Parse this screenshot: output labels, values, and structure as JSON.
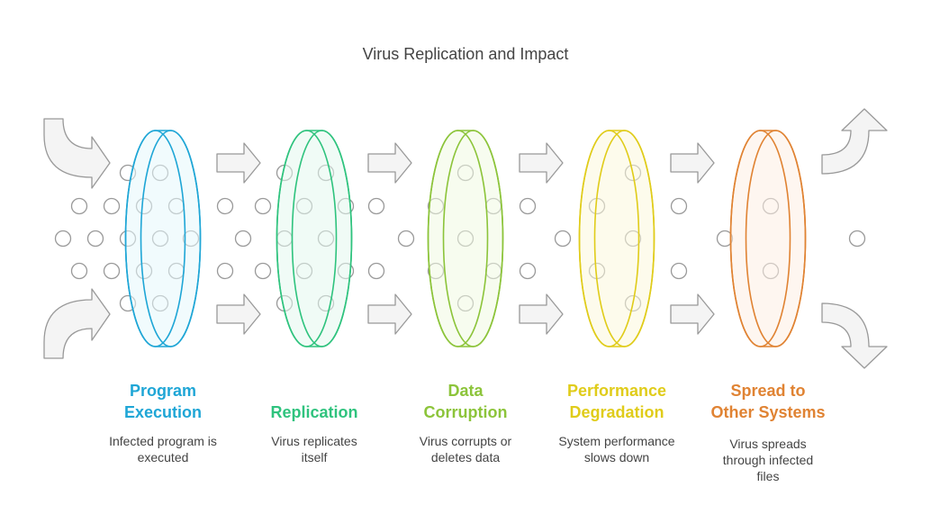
{
  "title": "Virus Replication and Impact",
  "stages": [
    {
      "title_lines": [
        "Program",
        "Execution"
      ],
      "desc_lines": [
        "Infected program is",
        "executed"
      ],
      "color": "#1fa6d6",
      "fill": "#e6f7fc"
    },
    {
      "title_lines": [
        "Replication"
      ],
      "desc_lines": [
        "Virus replicates",
        "itself"
      ],
      "color": "#2fc37e",
      "fill": "#e3f8ee"
    },
    {
      "title_lines": [
        "Data",
        "Corruption"
      ],
      "desc_lines": [
        "Virus corrupts or",
        "deletes data"
      ],
      "color": "#8cc43a",
      "fill": "#f1f9e1"
    },
    {
      "title_lines": [
        "Performance",
        "Degradation"
      ],
      "desc_lines": [
        "System performance",
        "slows down"
      ],
      "color": "#e0cc1a",
      "fill": "#fcf8dc"
    },
    {
      "title_lines": [
        "Spread to",
        "Other Systems"
      ],
      "desc_lines": [
        "Virus spreads",
        "through infected",
        "files"
      ],
      "color": "#e08333",
      "fill": "#fdefe3"
    }
  ],
  "colors": {
    "arrow_fill": "#f4f4f4",
    "arrow_stroke": "#999999",
    "dot_stroke": "#9a9a9a"
  }
}
